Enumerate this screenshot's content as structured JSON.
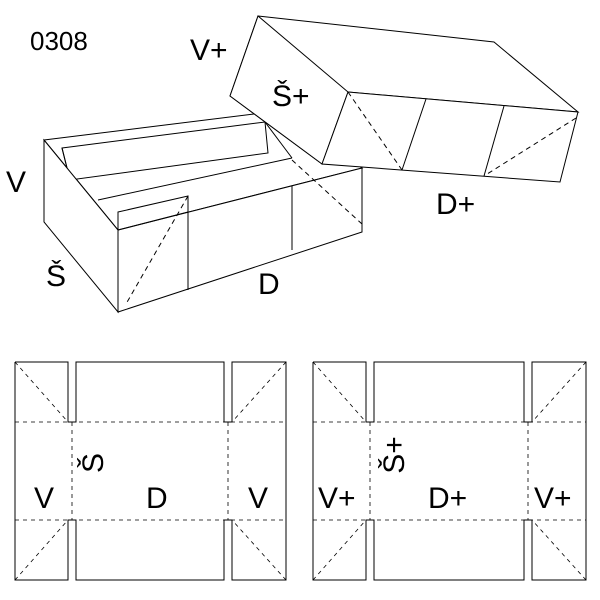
{
  "code": "0308",
  "box_3d": {
    "base_labels": {
      "side_long": "D",
      "side_short": "Š",
      "height": "V"
    },
    "lid_labels": {
      "side_long": "D+",
      "side_short": "Š+",
      "height": "V+"
    }
  },
  "nets": {
    "base": {
      "center": "D",
      "width": "Š",
      "left": "V",
      "right": "V"
    },
    "lid": {
      "center": "D+",
      "width": "Š+",
      "left": "V+",
      "right": "V+"
    }
  },
  "colors": {
    "line": "#000000",
    "background": "#ffffff"
  }
}
